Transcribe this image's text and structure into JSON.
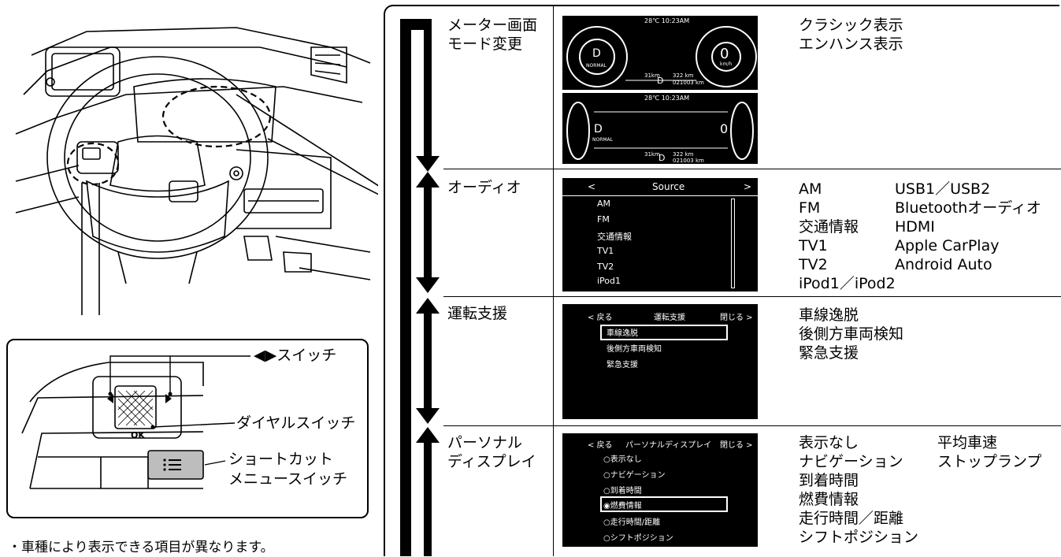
{
  "callouts": {
    "arrow_switch": "◀▶スイッチ",
    "dial_switch": "ダイヤルスイッチ",
    "shortcut_line1": "ショートカット",
    "shortcut_line2": "メニュースイッチ",
    "ok_label": "OK"
  },
  "note": "・車種により表示できる項目が異なります。",
  "rows": [
    {
      "label": "メーター画面\nモード変更",
      "descriptions": [
        "クラシック表示",
        "エンハンス表示"
      ]
    },
    {
      "label": "オーディオ",
      "descriptions_col1": [
        "AM",
        "FM",
        "交通情報",
        "TV1",
        "TV2",
        "iPod1／iPod2"
      ],
      "descriptions_col2": [
        "USB1／USB2",
        "Bluetoothオーディオ",
        "HDMI",
        "Apple CarPlay",
        "Android Auto"
      ]
    },
    {
      "label": "運転支援",
      "descriptions": [
        "車線逸脱",
        "後側方車両検知",
        "緊急支援"
      ]
    },
    {
      "label": "パーソナル\nディスプレイ",
      "descriptions_col1": [
        "表示なし",
        "ナビゲーション",
        "到着時間",
        "燃費情報",
        "走行時間／距離",
        "シフトポジション"
      ],
      "descriptions_col2": [
        "平均車速",
        "ストップランプ"
      ]
    }
  ],
  "meter_screen": {
    "top_status": "28℃ 10:23AM",
    "gear": "D",
    "speed": "0",
    "speed_unit": "km/h",
    "mode": "NORMAL",
    "range_left": "31km",
    "range_right": "322 km",
    "odo": "021003 km"
  },
  "audio_screen": {
    "title": "Source",
    "left_arrow": "<",
    "right_arrow": ">",
    "items": [
      "AM",
      "FM",
      "交通情報",
      "TV1",
      "TV2",
      "iPod1"
    ]
  },
  "assist_screen": {
    "back": "< 戻る",
    "title": "運転支援",
    "close": "閉じる >",
    "items": [
      "車線逸脱",
      "後側方車両検知",
      "緊急支援"
    ]
  },
  "personal_screen": {
    "back": "< 戻る",
    "title": "パーソナルディスプレイ",
    "close": "閉じる >",
    "items": [
      "○表示なし",
      "○ナビゲーション",
      "○到着時間",
      "◉燃費情報",
      "○走行時間/距離",
      "○シフトポジション"
    ]
  }
}
